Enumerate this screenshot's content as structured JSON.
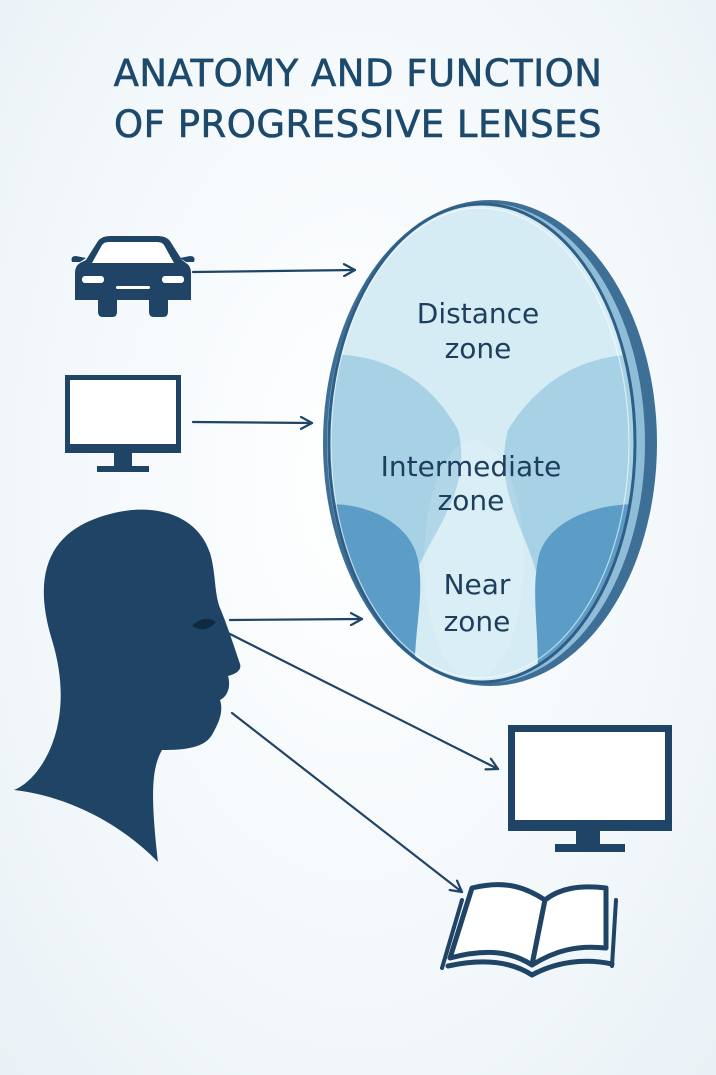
{
  "title": {
    "line1": "ANATOMY AND FUNCTION",
    "line2": "OF PROGRESSIVE LENSES"
  },
  "lens": {
    "zones": [
      {
        "line1": "Distance",
        "line2": "zone"
      },
      {
        "line1": "Intermediate",
        "line2": "zone"
      },
      {
        "line1": "Near",
        "line2": "zone"
      }
    ]
  },
  "icons": [
    "car-icon",
    "monitor-icon",
    "head-profile-icon",
    "monitor-icon",
    "open-book-icon"
  ],
  "colors": {
    "dark_navy": "#1f4466",
    "lens_rim": "#3e6f96",
    "distance_zone": "#d5ecf5",
    "intermediate_zone": "#a7d1e4",
    "near_zone": "#5b9dc6",
    "title": "#1d4a6c"
  }
}
